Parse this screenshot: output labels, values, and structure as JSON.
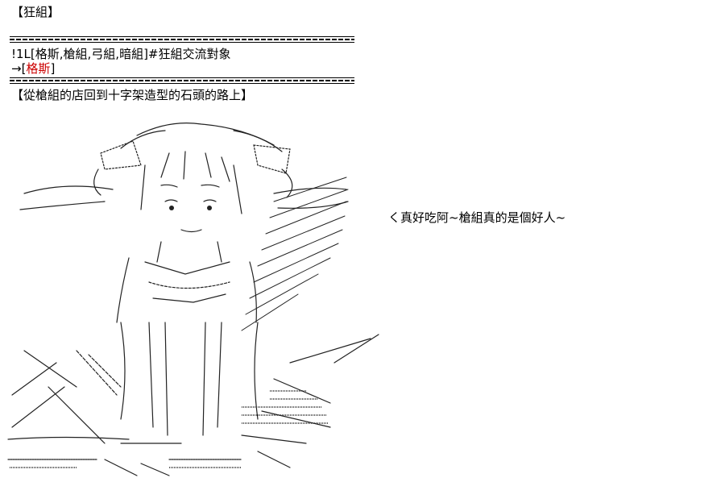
{
  "header": {
    "title": "【狂組】",
    "thread_line": "!1L[格斯,槍組,弓組,暗組]#狂組交流對象",
    "target_prefix": "→[",
    "target_name": "格斯",
    "target_suffix": "]",
    "scene": "【從槍組的店回到十字架造型的石頭的路上】"
  },
  "speech": {
    "text": "く真好吃阿~槍組真的是個好人~"
  },
  "colors": {
    "text": "#000000",
    "highlight": "#cc0000",
    "background": "#ffffff"
  }
}
